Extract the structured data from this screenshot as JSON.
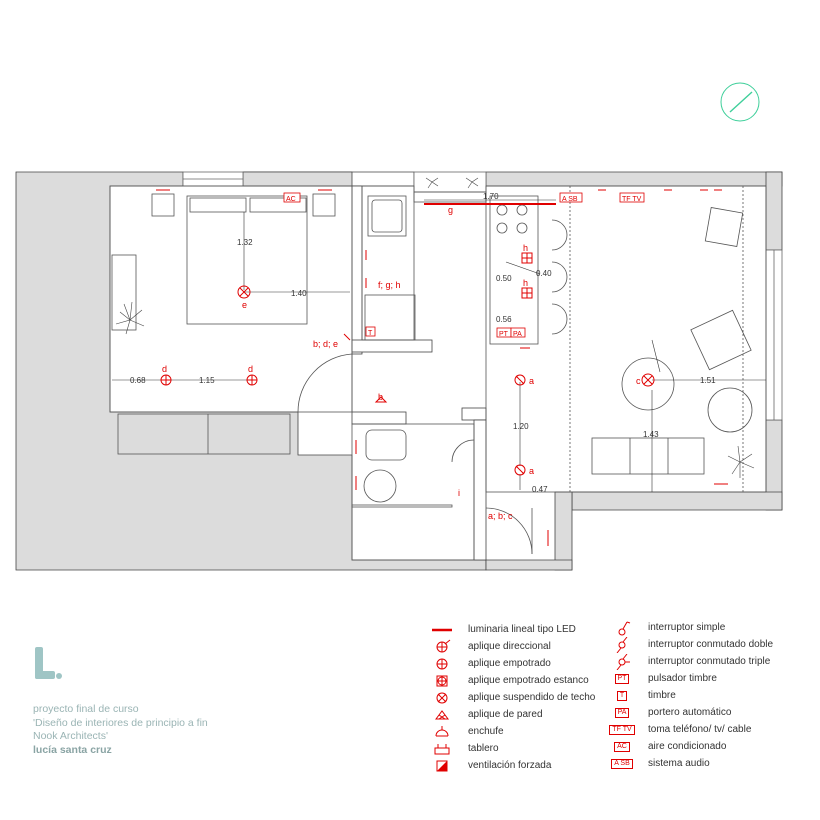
{
  "plan": {
    "dimensions": {
      "d_132": "1.32",
      "d_140": "1.40",
      "d_068": "0.68",
      "d_115": "1.15",
      "d_170": "1.70",
      "d_050": "0.50",
      "d_040": "0.40",
      "d_056": "0.56",
      "d_120": "1.20",
      "d_047": "0.47",
      "d_151": "1.51",
      "d_143": "1.43"
    },
    "labels": {
      "ac": "AC",
      "asb": "A SB",
      "tftv": "TF TV",
      "pt": "PT",
      "pa": "PA",
      "t": "T",
      "g": "g",
      "e": "e",
      "d1": "d",
      "d2": "d",
      "bde": "b; d; e",
      "fgh": "f; g; h",
      "h1": "h",
      "h2": "h",
      "a1": "a",
      "a2": "a",
      "c": "c",
      "b": "b",
      "i": "i",
      "abc": "a; b; c"
    }
  },
  "legend_left": [
    {
      "icon": "led-line-icon",
      "text": "luminaria lineal tipo LED"
    },
    {
      "icon": "directional-sconce-icon",
      "text": "aplique direccional"
    },
    {
      "icon": "recessed-sconce-icon",
      "text": "aplique empotrado"
    },
    {
      "icon": "waterproof-recessed-sconce-icon",
      "text": "aplique empotrado estanco"
    },
    {
      "icon": "ceiling-pendant-icon",
      "text": "aplique suspendido de techo"
    },
    {
      "icon": "wall-sconce-icon",
      "text": "aplique de pared"
    },
    {
      "icon": "outlet-icon",
      "text": "enchufe"
    },
    {
      "icon": "panel-icon",
      "text": "tablero"
    },
    {
      "icon": "forced-ventilation-icon",
      "text": "ventilación forzada"
    }
  ],
  "legend_right": [
    {
      "icon": "simple-switch-icon",
      "text": "interruptor simple",
      "abbr": ""
    },
    {
      "icon": "double-switch-icon",
      "text": "interruptor conmutado doble",
      "abbr": ""
    },
    {
      "icon": "triple-switch-icon",
      "text": "interruptor conmutado triple",
      "abbr": ""
    },
    {
      "icon": "doorbell-button-icon",
      "text": "pulsador timbre",
      "abbr": "PT"
    },
    {
      "icon": "bell-icon",
      "text": "timbre",
      "abbr": "T"
    },
    {
      "icon": "intercom-icon",
      "text": "portero automático",
      "abbr": "PA"
    },
    {
      "icon": "phone-tv-outlet-icon",
      "text": "toma teléfono/ tv/ cable",
      "abbr": "TF TV"
    },
    {
      "icon": "air-conditioning-icon",
      "text": "aire condicionado",
      "abbr": "AC"
    },
    {
      "icon": "audio-system-icon",
      "text": "sistema audio",
      "abbr": "A SB"
    }
  ],
  "credits": {
    "line1": "proyecto final de curso",
    "line2": "'Diseño de interiores de principio a fin",
    "line3": "Nook Architects'",
    "author": "lucía santa cruz"
  },
  "colors": {
    "wall": "#dcdcdc",
    "red": "#e00000",
    "line": "#555555",
    "accent": "#3ecf9a",
    "logo": "#9fc5c5"
  }
}
